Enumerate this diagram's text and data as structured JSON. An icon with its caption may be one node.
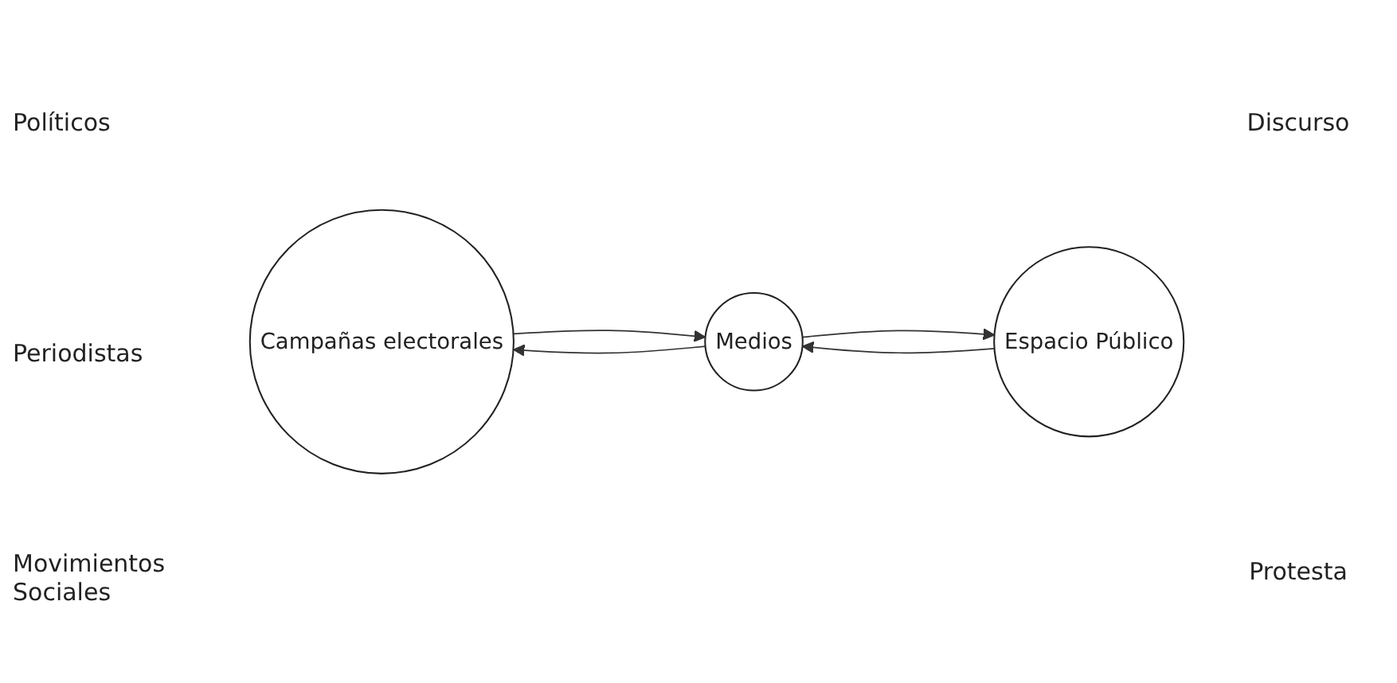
{
  "diagram": {
    "nodes": [
      {
        "text": [
          "Campañas electorales"
        ]
      },
      {
        "text": [
          "Medios"
        ]
      },
      {
        "text": [
          "Espacio Público"
        ]
      }
    ],
    "edges": [
      {
        "from": 1,
        "to": 0,
        "arrow": "to"
      },
      {
        "from": 0,
        "to": 1,
        "arrow": "to"
      },
      {
        "from": 2,
        "to": 1,
        "arrow": "to"
      },
      {
        "from": 1,
        "to": 2,
        "arrow": "to"
      }
    ],
    "labels": [
      "Políticos",
      "Discurso",
      "Periodistas",
      "Movimientos Sociales",
      "Protesta"
    ]
  }
}
